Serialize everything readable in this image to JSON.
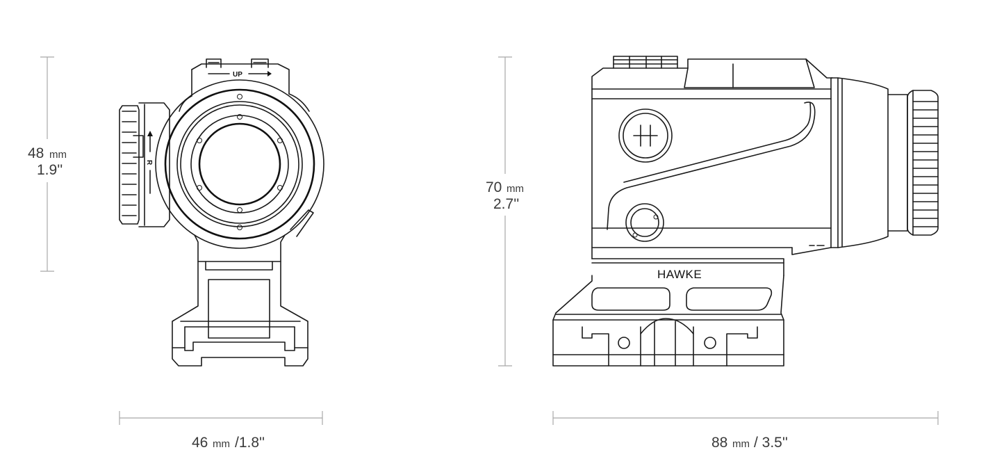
{
  "dimensions": {
    "front_height_mm": "48",
    "front_height_unit": "mm",
    "front_height_in": "1.9''",
    "side_height_mm": "70",
    "side_height_unit": "mm",
    "side_height_in": "2.7''",
    "front_width_mm": "46",
    "front_width_unit": "mm",
    "front_width_in": "/1.8''",
    "side_length_mm": "88",
    "side_length_unit": "mm",
    "side_length_in": "/ 3.5''"
  },
  "markings": {
    "elevation_turret": "UP",
    "windage_turret": "R",
    "brand": "HAWKE"
  }
}
